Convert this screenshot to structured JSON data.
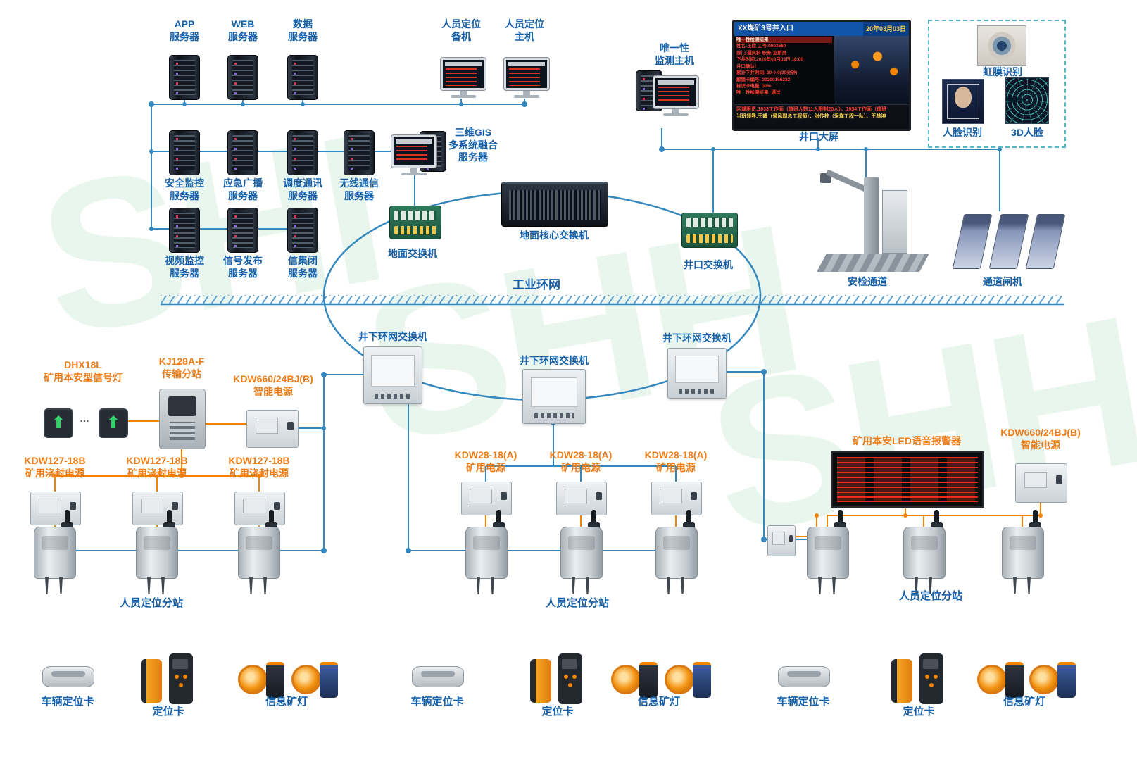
{
  "watermark": [
    "SHI",
    "SHH",
    "SHH"
  ],
  "colors": {
    "blue_label": "#1560a8",
    "orange_label": "#ec7c18",
    "line_blue": "#3488bd",
    "line_orange": "#f08300"
  },
  "labels": {
    "app_server": "APP\n服务器",
    "web_server": "WEB\n服务器",
    "data_server": "数据\n服务器",
    "loc_backup": "人员定位\n备机",
    "loc_main": "人员定位\n主机",
    "safety_server": "安全监控\n服务器",
    "broadcast_server": "应急广播\n服务器",
    "dispatch_server": "调度通讯\n服务器",
    "wireless_server": "无线通信\n服务器",
    "gis_server": "三维GIS\n多系统融合\n服务器",
    "video_server": "视频监控\n服务器",
    "signal_server": "信号发布\n服务器",
    "interlock_server": "信集闭\n服务器",
    "ground_switch": "地面交换机",
    "core_switch": "地面核心交换机",
    "wellhead_switch": "井口交换机",
    "industrial_ring": "工业环网",
    "uniqueness_host": "唯一性\n监测主机",
    "big_screen": "井口大屏",
    "iris": "虹膜识别",
    "face": "人脸识别",
    "face3d": "3D人脸",
    "security_channel": "安检通道",
    "gate_machine": "通道闸机",
    "ug_switch": "井下环网交换机",
    "dhx": "DHX18L\n矿用本安型信号灯",
    "dots": "…",
    "kj128": "KJ128A-F\n传输分站",
    "kdw660": "KDW660/24BJ(B)\n智能电源",
    "kdw127": "KDW127-18B\n矿用浇封电源",
    "kdw28": "KDW28-18(A)\n矿用电源",
    "led_alarm": "矿用本安LED语音报警器",
    "substation": "人员定位分站"
  },
  "screen": {
    "title": "XX煤矿3号井入口",
    "date": "20年03月03日",
    "info_lines": [
      "唯一性检测结果",
      "姓名:王欣  工号:0002560",
      "部门:通风科  职务:瓦斯员",
      "下井时间:2020年03月03日 18:00",
      "井口确认!",
      "累计下井时间: 30-0-0(30分钟)",
      "解锁卡编号: 20200156232",
      "标识卡电量: 30%",
      "唯一性检测结果: 通过"
    ],
    "bottom_line1": "区域限员:1033工作面（值班人数11人限制20人）、1034工作面（值班",
    "bottom_line2": "当班领导:王峰（通风副总工程师）、张传柱（采煤工程一队）、王林坤"
  },
  "bottom": {
    "groups": [
      {
        "vehicle": "车辆定位卡",
        "card": "定位卡",
        "lamp": "信息矿灯"
      },
      {
        "vehicle": "车辆定位卡",
        "card": "定位卡",
        "lamp": "信息矿灯"
      },
      {
        "vehicle": "车辆定位卡",
        "card": "定位卡",
        "lamp": "信息矿灯"
      }
    ]
  }
}
